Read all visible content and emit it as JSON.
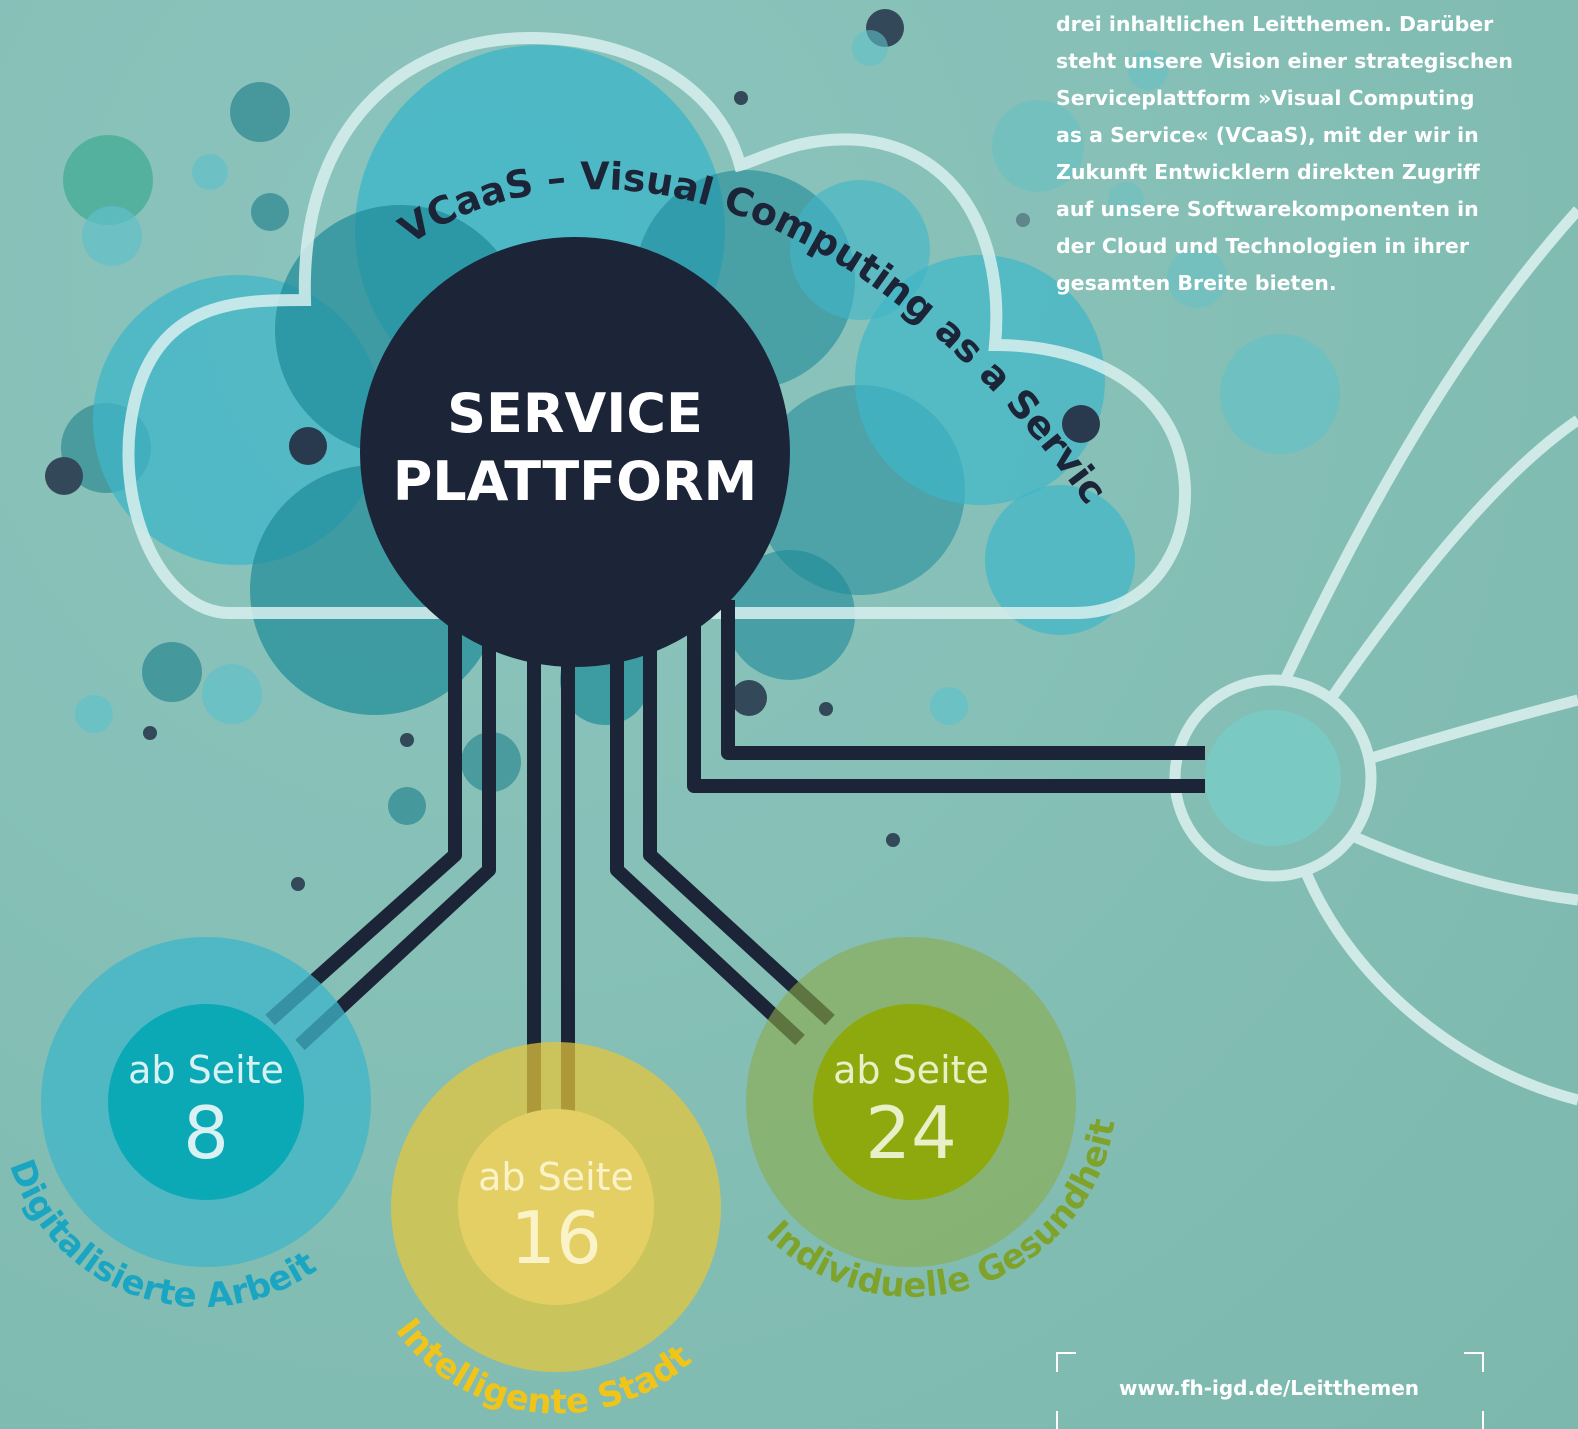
{
  "intro_lines": [
    "drei inhaltlichen Leitthemen. Darüber",
    "steht unsere Vision einer strategischen",
    "Serviceplattform »Visual Computing",
    "as a Service« (VCaaS), mit der wir in",
    "Zukunft Entwicklern direkten Zugriff",
    "auf unsere Softwarekomponenten in",
    "der Cloud und Technologien in ihrer",
    "gesamten Breite bieten."
  ],
  "center": {
    "line1": "SERVICE",
    "line2": "PLATTFORM",
    "arc_text": "VCaaS – Visual Computing as a Service"
  },
  "topics": [
    {
      "prefix": "ab Seite",
      "page": "8",
      "title": "Digitalisierte Arbeit",
      "color": "#1aa6c2"
    },
    {
      "prefix": "ab Seite",
      "page": "16",
      "title": "Intelligente Stadt",
      "color": "#f0c419"
    },
    {
      "prefix": "ab Seite",
      "page": "24",
      "title": "Individuelle Gesundheit",
      "color": "#7fa32a"
    }
  ],
  "link": "www.fh-igd.de/Leitthemen",
  "colors": {
    "dark": "#1c2438",
    "cloud_blue": "#3fb6c8",
    "teal": "#1aa6c2",
    "yellow": "#f0c419",
    "green": "#7fa32a"
  }
}
